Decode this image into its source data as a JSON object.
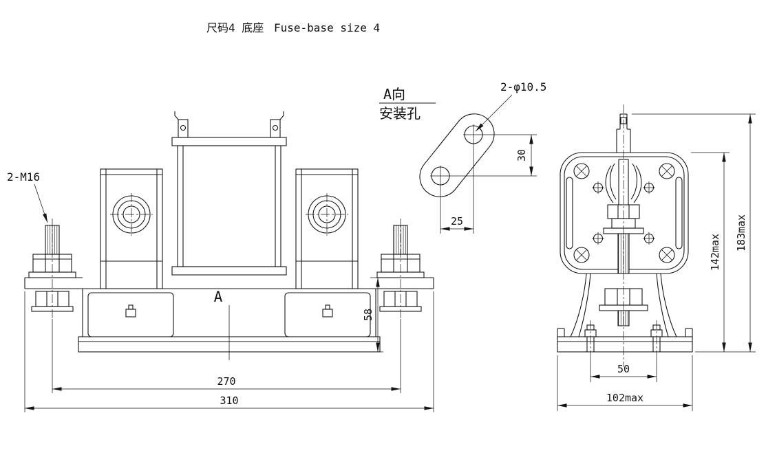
{
  "drawing": {
    "title": {
      "cn": "尺码4 底座",
      "en": "Fuse-base size 4"
    },
    "front": {
      "bolt_callout": "2-M16",
      "section_label": "A",
      "dim_flange_height": "58",
      "dim_bolt_span": "270",
      "dim_overall_width": "310"
    },
    "detail": {
      "view_label": "A向",
      "view_sublabel": "安装孔",
      "hole_callout": "2-φ10.5",
      "dim_hole_vertical": "30",
      "dim_hole_horizontal": "25"
    },
    "side": {
      "dim_body_height": "142max",
      "dim_overall_height": "183max",
      "dim_screw_span": "50",
      "dim_base_width": "102max"
    }
  }
}
